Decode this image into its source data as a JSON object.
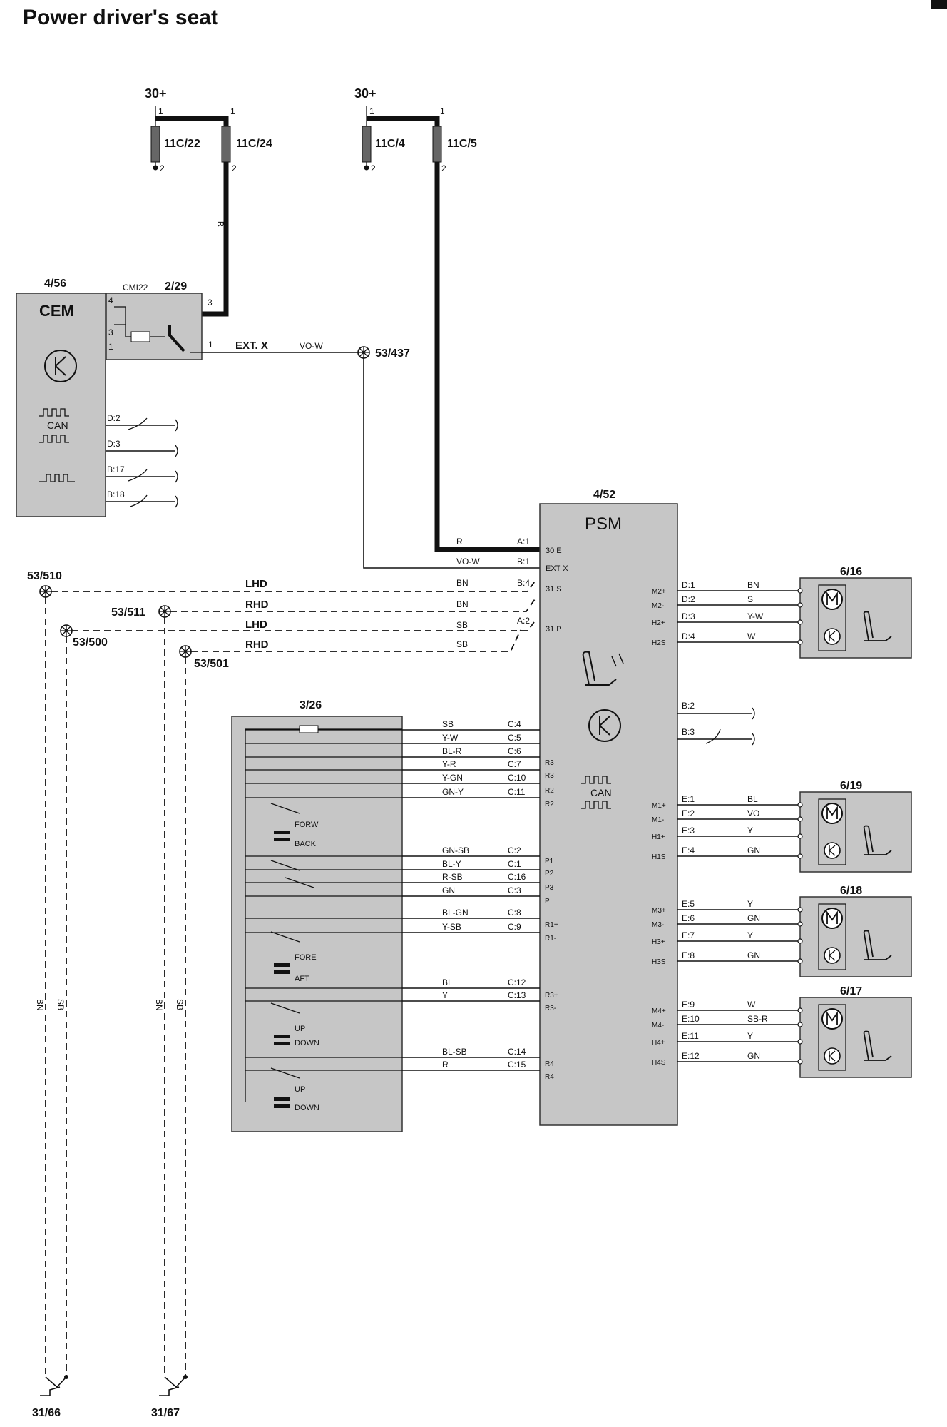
{
  "title": "Power driver's seat",
  "supply": {
    "left": "30+",
    "right": "30+"
  },
  "fuses": [
    {
      "id": "11C/22",
      "pin_top": "1",
      "pin_bottom": "2"
    },
    {
      "id": "11C/24",
      "pin_top": "1",
      "pin_bottom": "2"
    },
    {
      "id": "11C/4",
      "pin_top": "1",
      "pin_bottom": "2"
    },
    {
      "id": "11C/5",
      "pin_top": "1",
      "pin_bottom": "2"
    }
  ],
  "wire_mark_r": "R",
  "cem": {
    "ref": "4/56",
    "label": "CEM",
    "can": "CAN",
    "pins": [
      "D:2",
      "D:3",
      "B:17",
      "B:18"
    ]
  },
  "relay": {
    "ref": "2/29",
    "conn": "CMI22",
    "pins_left": [
      "4",
      "3",
      "1"
    ],
    "pins_right": [
      "3",
      "1"
    ]
  },
  "ext": {
    "label": "EXT. X",
    "color": "VO-W",
    "splice": "53/437"
  },
  "psm": {
    "ref": "4/52",
    "label": "PSM",
    "can": "CAN",
    "in": [
      {
        "pin": "A:1",
        "name": "30 E",
        "color": "R"
      },
      {
        "pin": "B:1",
        "name": "EXT X",
        "color": "VO-W"
      },
      {
        "pin": "B:4",
        "name": "31 S",
        "color": "BN"
      },
      {
        "pin": "A:2",
        "name": "31 P",
        "color": "SB"
      }
    ],
    "out_pins": [
      "M2+",
      "M2-",
      "H2+",
      "H2S",
      "B:2",
      "B:3",
      "M1+",
      "M1-",
      "H1+",
      "H1S",
      "M3+",
      "M3-",
      "H3+",
      "H3S",
      "M4+",
      "M4-",
      "H4+",
      "H4S"
    ],
    "sw_pins": [
      "R3",
      "R3",
      "R2",
      "R2",
      "P1",
      "P2",
      "P3",
      "P",
      "R1+",
      "R1-",
      "R3+",
      "R3-",
      "R4",
      "R4"
    ]
  },
  "grounds": [
    {
      "id": "53/510",
      "label": "LHD",
      "color": "BN"
    },
    {
      "id": "53/511",
      "label": "RHD",
      "color": "BN"
    },
    {
      "id": "53/500",
      "label": "LHD",
      "color": "SB"
    },
    {
      "id": "53/501",
      "label": "RHD",
      "color": "SB"
    }
  ],
  "ground_wire_labels": [
    "BN",
    "SB",
    "BN",
    "SB"
  ],
  "ground_points": [
    "31/66",
    "31/67"
  ],
  "switch": {
    "ref": "3/26",
    "rows": [
      {
        "color": "SB",
        "pin": "C:4"
      },
      {
        "color": "Y-W",
        "pin": "C:5"
      },
      {
        "color": "BL-R",
        "pin": "C:6"
      },
      {
        "color": "Y-R",
        "pin": "C:7"
      },
      {
        "color": "Y-GN",
        "pin": "C:10"
      },
      {
        "color": "GN-Y",
        "pin": "C:11"
      },
      {
        "color": "GN-SB",
        "pin": "C:2"
      },
      {
        "color": "BL-Y",
        "pin": "C:1"
      },
      {
        "color": "R-SB",
        "pin": "C:16"
      },
      {
        "color": "GN",
        "pin": "C:3"
      },
      {
        "color": "BL-GN",
        "pin": "C:8"
      },
      {
        "color": "Y-SB",
        "pin": "C:9"
      },
      {
        "color": "BL",
        "pin": "C:12"
      },
      {
        "color": "Y",
        "pin": "C:13"
      },
      {
        "color": "BL-SB",
        "pin": "C:14"
      },
      {
        "color": "R",
        "pin": "C:15"
      }
    ],
    "labels": [
      "FORW",
      "BACK",
      "FORE",
      "AFT",
      "UP",
      "DOWN",
      "UP",
      "DOWN"
    ]
  },
  "motors": [
    {
      "ref": "6/16",
      "wires": [
        {
          "pin": "D:1",
          "color": "BN"
        },
        {
          "pin": "D:2",
          "color": "S"
        },
        {
          "pin": "D:3",
          "color": "Y-W"
        },
        {
          "pin": "D:4",
          "color": "W"
        }
      ]
    },
    {
      "ref": "6/19",
      "wires": [
        {
          "pin": "E:1",
          "color": "BL"
        },
        {
          "pin": "E:2",
          "color": "VO"
        },
        {
          "pin": "E:3",
          "color": "Y"
        },
        {
          "pin": "E:4",
          "color": "GN"
        }
      ]
    },
    {
      "ref": "6/18",
      "wires": [
        {
          "pin": "E:5",
          "color": "Y"
        },
        {
          "pin": "E:6",
          "color": "GN"
        },
        {
          "pin": "E:7",
          "color": "Y"
        },
        {
          "pin": "E:8",
          "color": "GN"
        }
      ]
    },
    {
      "ref": "6/17",
      "wires": [
        {
          "pin": "E:9",
          "color": "W"
        },
        {
          "pin": "E:10",
          "color": "SB-R"
        },
        {
          "pin": "E:11",
          "color": "Y"
        },
        {
          "pin": "E:12",
          "color": "GN"
        }
      ]
    }
  ]
}
